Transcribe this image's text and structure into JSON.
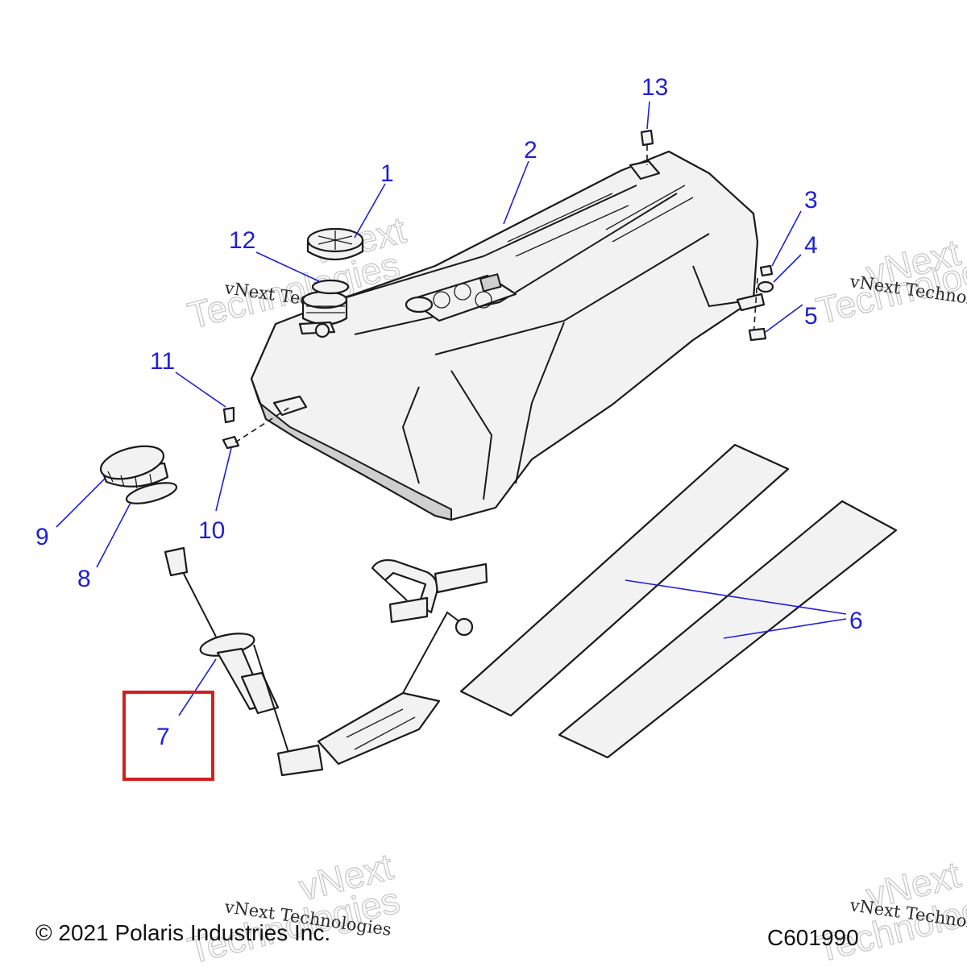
{
  "callouts": {
    "c1": "1",
    "c2": "2",
    "c3": "3",
    "c4": "4",
    "c5": "5",
    "c6": "6",
    "c7": "7",
    "c8": "8",
    "c9": "9",
    "c10": "10",
    "c11": "11",
    "c12": "12",
    "c13": "13"
  },
  "watermark": {
    "company": "vNext Technologies",
    "brand": "vNext",
    "word": "Technologies"
  },
  "footer": {
    "copyright": "© 2021 Polaris Industries Inc.",
    "figure_id": "C601990"
  },
  "colors": {
    "callout": "#1f1fd6",
    "highlight": "#d21f1f",
    "line_art": "#1a1a1a"
  }
}
